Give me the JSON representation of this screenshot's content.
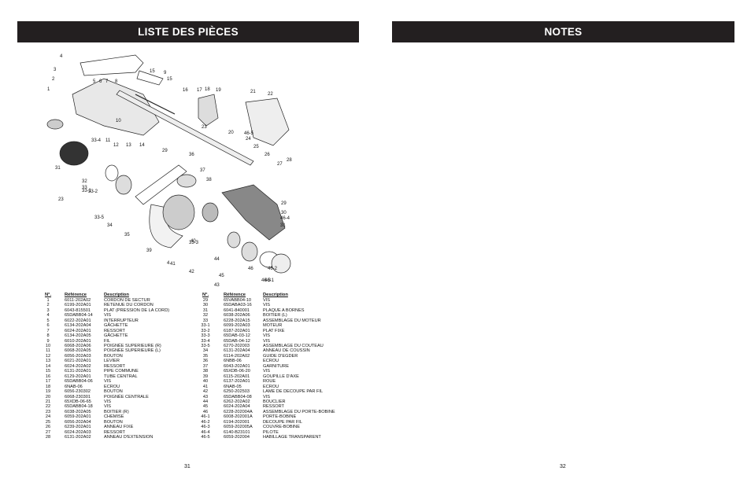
{
  "left_page": {
    "title": "LISTE DES PIÈCES",
    "page_number": "31",
    "table_headers": {
      "no": "N°.",
      "ref": "Référence",
      "desc": "Description"
    },
    "parts_col1": [
      {
        "no": "1",
        "ref": "6011-202A02",
        "desc": "CORDON DE SECTUR"
      },
      {
        "no": "2",
        "ref": "6199-202A01",
        "desc": "RETENUE DU CORDON"
      },
      {
        "no": "3",
        "ref": "6043-815501",
        "desc": "PLAT (PRESSION DE LA CORD)"
      },
      {
        "no": "4",
        "ref": "65DABB04-14",
        "desc": "VIS"
      },
      {
        "no": "5",
        "ref": "6022-202A01",
        "desc": "INTERRUPTEUR"
      },
      {
        "no": "6",
        "ref": "6134-202A04",
        "desc": "GÂCHETTE"
      },
      {
        "no": "7",
        "ref": "6024-202A01",
        "desc": "RESSORT"
      },
      {
        "no": "8",
        "ref": "6134-202A05",
        "desc": "GÂCHETTE"
      },
      {
        "no": "9",
        "ref": "6010-202A01",
        "desc": "FIL"
      },
      {
        "no": "10",
        "ref": "6068-202A06",
        "desc": "POIGNÉE SUPERIEURE (R)"
      },
      {
        "no": "11",
        "ref": "6068-202A05",
        "desc": "POIGNÉE SUPERIEURE (L)"
      },
      {
        "no": "12",
        "ref": "6056-202A03",
        "desc": "BOUTON"
      },
      {
        "no": "13",
        "ref": "6021-202A01",
        "desc": "LEVIER"
      },
      {
        "no": "14",
        "ref": "6024-202A02",
        "desc": "RESSORT"
      },
      {
        "no": "15",
        "ref": "6131-202A01",
        "desc": "PIPE COMMUNE"
      },
      {
        "no": "16",
        "ref": "6129-202A01",
        "desc": "TUBE CENTRAL"
      },
      {
        "no": "17",
        "ref": "65DABB04-06",
        "desc": "VIS"
      },
      {
        "no": "18",
        "ref": "6NAB-06",
        "desc": "ECROU"
      },
      {
        "no": "19",
        "ref": "6056-230302",
        "desc": "BOUTON"
      },
      {
        "no": "20",
        "ref": "6068-230301",
        "desc": "POIGNÉE CENTRALE"
      },
      {
        "no": "21",
        "ref": "65XDB-06-65",
        "desc": "VIS"
      },
      {
        "no": "22",
        "ref": "65DABB04-18",
        "desc": "VIS"
      },
      {
        "no": "23",
        "ref": "6038-202A05",
        "desc": "BOITIER (R)"
      },
      {
        "no": "24",
        "ref": "6059-202A01",
        "desc": "CHEMISE"
      },
      {
        "no": "25",
        "ref": "6056-202A04",
        "desc": "BOUTON"
      },
      {
        "no": "26",
        "ref": "6239-202A01",
        "desc": "ANNEAU FIXE"
      },
      {
        "no": "27",
        "ref": "6024-202A03",
        "desc": "RESSORT"
      },
      {
        "no": "28",
        "ref": "6131-202A02",
        "desc": "ANNEAU D'EXTENSION"
      }
    ],
    "parts_col2": [
      {
        "no": "29",
        "ref": "65VABB04-10",
        "desc": "VIS"
      },
      {
        "no": "30",
        "ref": "65DABA03-16",
        "desc": "VIS"
      },
      {
        "no": "31",
        "ref": "6041-840001",
        "desc": "PLAQUE A BORNES"
      },
      {
        "no": "32",
        "ref": "6038-202A06",
        "desc": "BOITIER (L)"
      },
      {
        "no": "33",
        "ref": "6228-202A15",
        "desc": "ASSEMBLAGE DU MOTEUR"
      },
      {
        "no": "33-1",
        "ref": "6099-202A03",
        "desc": "MOTEUR"
      },
      {
        "no": "33-2",
        "ref": "6187-202A01",
        "desc": "PLAT FIXE"
      },
      {
        "no": "33-3",
        "ref": "65DAB-03-12",
        "desc": "VIS"
      },
      {
        "no": "33-4",
        "ref": "65DAB-04-12",
        "desc": "VIS"
      },
      {
        "no": "33-5",
        "ref": "6270-202003",
        "desc": "ASSEMBLAGE DU COUTEAU"
      },
      {
        "no": "34",
        "ref": "6131-202A04",
        "desc": "ANNEAU DE COUSSIN"
      },
      {
        "no": "35",
        "ref": "6114-202A02",
        "desc": "GUIDE D'EGDER"
      },
      {
        "no": "36",
        "ref": "6NBB-06",
        "desc": "ECROU"
      },
      {
        "no": "37",
        "ref": "6043-202A01",
        "desc": "GARNITURE"
      },
      {
        "no": "38",
        "ref": "65XDB-06-20",
        "desc": "VIS"
      },
      {
        "no": "39",
        "ref": "6115-202A01",
        "desc": "GOUPILLE D'AXE"
      },
      {
        "no": "40",
        "ref": "6137-202A01",
        "desc": "ROUE"
      },
      {
        "no": "41",
        "ref": "6NAB-05",
        "desc": "ECROU"
      },
      {
        "no": "42",
        "ref": "6250-202503",
        "desc": "LAME DE DECOUPE PAR FIL"
      },
      {
        "no": "43",
        "ref": "65DABB04-08",
        "desc": "VIS"
      },
      {
        "no": "44",
        "ref": "6262-202A02",
        "desc": "BOUCLIER"
      },
      {
        "no": "45",
        "ref": "6024-202A04",
        "desc": "RESSORT"
      },
      {
        "no": "46",
        "ref": "6228-202004A",
        "desc": "ASSEMBLAGE DU PORTE-BOBINE"
      },
      {
        "no": "46-1",
        "ref": "6008-202001A",
        "desc": "PORTE-BOBINE"
      },
      {
        "no": "46-2",
        "ref": "6194-202001",
        "desc": "DECOUPE PAR FIL"
      },
      {
        "no": "46-3",
        "ref": "6059-202005A",
        "desc": "COUVRE-BOBINE"
      },
      {
        "no": "46-4",
        "ref": "6140-B23101",
        "desc": "PILOTE"
      },
      {
        "no": "46-5",
        "ref": "6059-202004",
        "desc": "HABILLAGE TRANSPARENT"
      }
    ],
    "diagram_labels": [
      "1",
      "2",
      "3",
      "4",
      "5",
      "6",
      "7",
      "8",
      "9",
      "10",
      "11",
      "12",
      "13",
      "14",
      "15",
      "15",
      "16",
      "17",
      "18",
      "19",
      "20",
      "21",
      "22",
      "23",
      "23",
      "24",
      "25",
      "26",
      "27",
      "28",
      "29",
      "29",
      "30",
      "31",
      "31",
      "32",
      "33",
      "33-1",
      "33-2",
      "33-3",
      "33-4",
      "33-5",
      "34",
      "35",
      "36",
      "37",
      "38",
      "39",
      "40",
      "41",
      "42",
      "43",
      "44",
      "45",
      "46",
      "46-1",
      "46-2",
      "46-3",
      "46-4",
      "46-5",
      "4"
    ]
  },
  "right_page": {
    "title": "NOTES",
    "page_number": "32"
  }
}
